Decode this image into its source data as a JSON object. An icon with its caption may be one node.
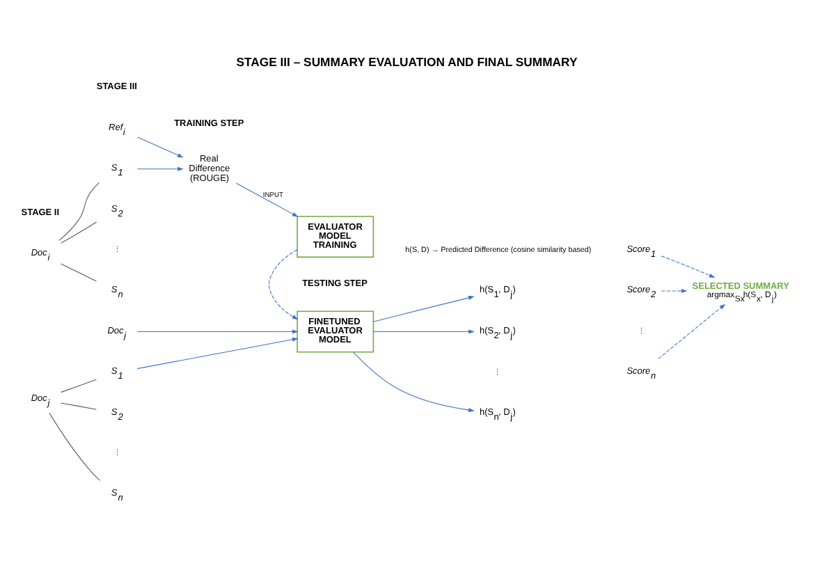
{
  "diagram": {
    "title": "STAGE III – SUMMARY EVALUATION AND FINAL SUMMARY",
    "nodes": [
      {
        "text": [
          "Ref$_{i}$"
        ]
      },
      {
        "text": [
          "Doc$_{i}$"
        ]
      },
      {
        "text": [
          "S$_{1}$"
        ]
      },
      {
        "text": [
          "S$_{2}$"
        ]
      },
      {
        "text": [
          "S$_{n}$"
        ]
      },
      {
        "text": [
          "Real Difference (ROUGE)"
        ]
      },
      {
        "text": [
          "EVALUATOR MODEL TRAINING"
        ]
      },
      {
        "text": [
          "Doc$_{j}$"
        ]
      },
      {
        "text": [
          "Doc$_{j}$"
        ]
      },
      {
        "text": [
          "S$_{1}$"
        ]
      },
      {
        "text": [
          "S$_{2}$"
        ]
      },
      {
        "text": [
          "S$_{n}$"
        ]
      },
      {
        "text": [
          "FINETUNED EVALUATOR MODEL"
        ]
      },
      {
        "text": [
          "h(S$_{1}$, D$_{j}$)"
        ]
      },
      {
        "text": [
          "h(S$_{2}$, D$_{j}$)"
        ]
      },
      {
        "text": [
          "h(S$_{n}$, D$_{j}$)"
        ]
      },
      {
        "text": [
          "Score$_{1}$"
        ]
      },
      {
        "text": [
          "Score$_{2}$"
        ]
      },
      {
        "text": [
          "Score$_{n}$"
        ]
      },
      {
        "text": [
          "SELECTED SUMMARY"
        ],
        "beside": [
          "argmax$_{Sx}$h(S$_{x}$, D$_{j}$)"
        ]
      }
    ],
    "edges": [
      {
        "from": 1,
        "to": 2,
        "arrow": "none",
        "color": "#595959"
      },
      {
        "from": 1,
        "to": 3,
        "arrow": "none",
        "color": "#595959"
      },
      {
        "from": 1,
        "to": 4,
        "arrow": "none",
        "color": "#595959"
      },
      {
        "from": 0,
        "to": 5,
        "arrow": "to"
      },
      {
        "from": 2,
        "to": 5,
        "arrow": "to"
      },
      {
        "from": 5,
        "to": 6,
        "arrow": "to",
        "label": "INPUT"
      },
      {
        "from": 6,
        "to": 12,
        "arrow": "to",
        "style": "dashed"
      },
      {
        "from": 8,
        "to": 9,
        "arrow": "none",
        "color": "#595959"
      },
      {
        "from": 8,
        "to": 10,
        "arrow": "none",
        "color": "#595959"
      },
      {
        "from": 8,
        "to": 11,
        "arrow": "none",
        "color": "#595959"
      },
      {
        "from": 7,
        "to": 12,
        "arrow": "to"
      },
      {
        "from": 9,
        "to": 12,
        "arrow": "to"
      },
      {
        "from": 12,
        "to": 13,
        "arrow": "to"
      },
      {
        "from": 12,
        "to": 14,
        "arrow": "to"
      },
      {
        "from": 12,
        "to": 15,
        "arrow": "to"
      },
      {
        "from": 16,
        "to": 19,
        "arrow": "to",
        "style": "dashed"
      },
      {
        "from": 17,
        "to": 19,
        "arrow": "to",
        "style": "dashed"
      },
      {
        "from": 18,
        "to": 19,
        "arrow": "to",
        "style": "dashed"
      }
    ],
    "labels": [
      "STAGE II",
      "STAGE III",
      "TRAINING STEP",
      "⋮",
      "TESTING STEP",
      "h(S, D) → Predicted Difference (cosine similarity based)",
      "⋮",
      "⋮",
      "⋮"
    ]
  }
}
